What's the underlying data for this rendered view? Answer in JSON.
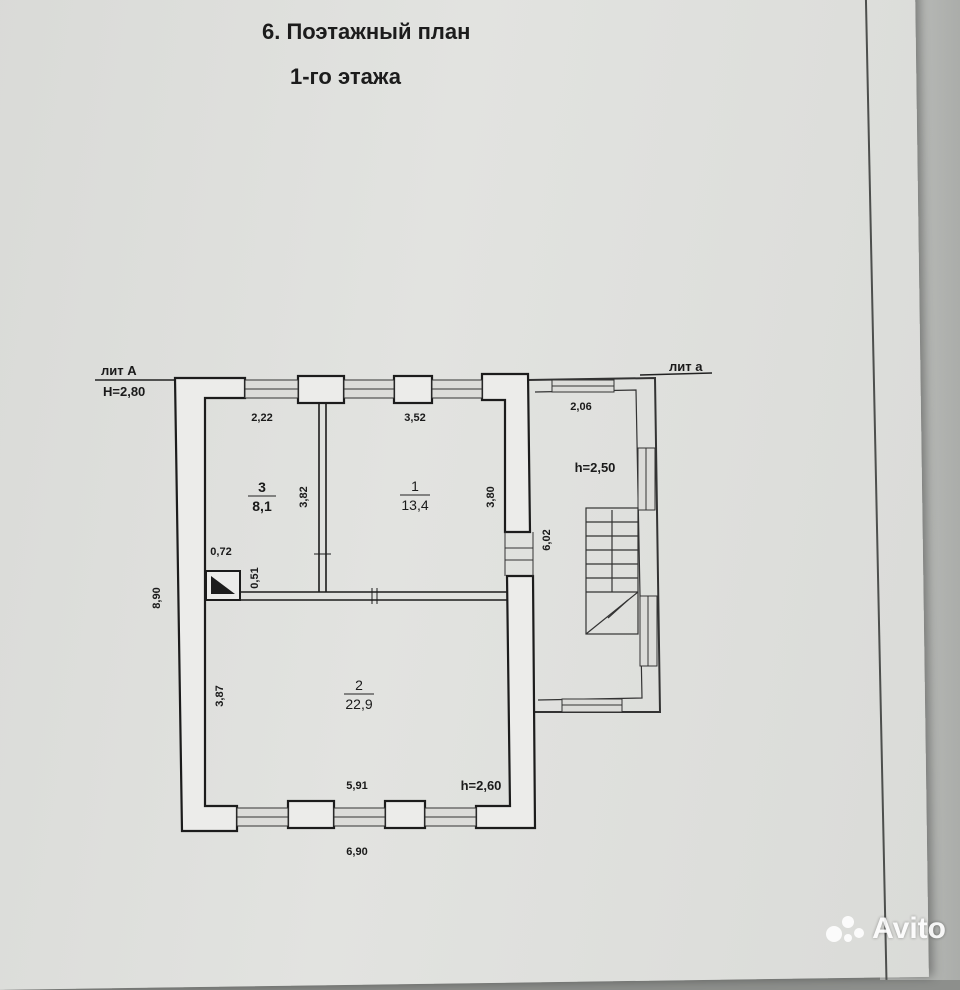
{
  "titles": {
    "line1": "6. Поэтажный план",
    "line2": "1-го этажа"
  },
  "literals": {
    "main": "лит А",
    "main_height": "Н=2,80",
    "annex": "лит а"
  },
  "rooms": [
    {
      "number": "3",
      "area": "8,1"
    },
    {
      "number": "1",
      "area": "13,4"
    },
    {
      "number": "2",
      "area": "22,9"
    }
  ],
  "dimensions": {
    "room3_width": "2,22",
    "room1_width": "3,52",
    "annex_width": "2,06",
    "room3_depth": "3,82",
    "room1_depth": "3,80",
    "stove_width": "0,72",
    "stove_depth": "0,51",
    "annex_depth": "6,02",
    "outer_depth": "8,90",
    "room2_depth": "3,87",
    "room2_width": "5,91",
    "outer_width": "6,90"
  },
  "heights": {
    "annex": "h=2,50",
    "room2": "h=2,60"
  },
  "watermark": "Avito"
}
